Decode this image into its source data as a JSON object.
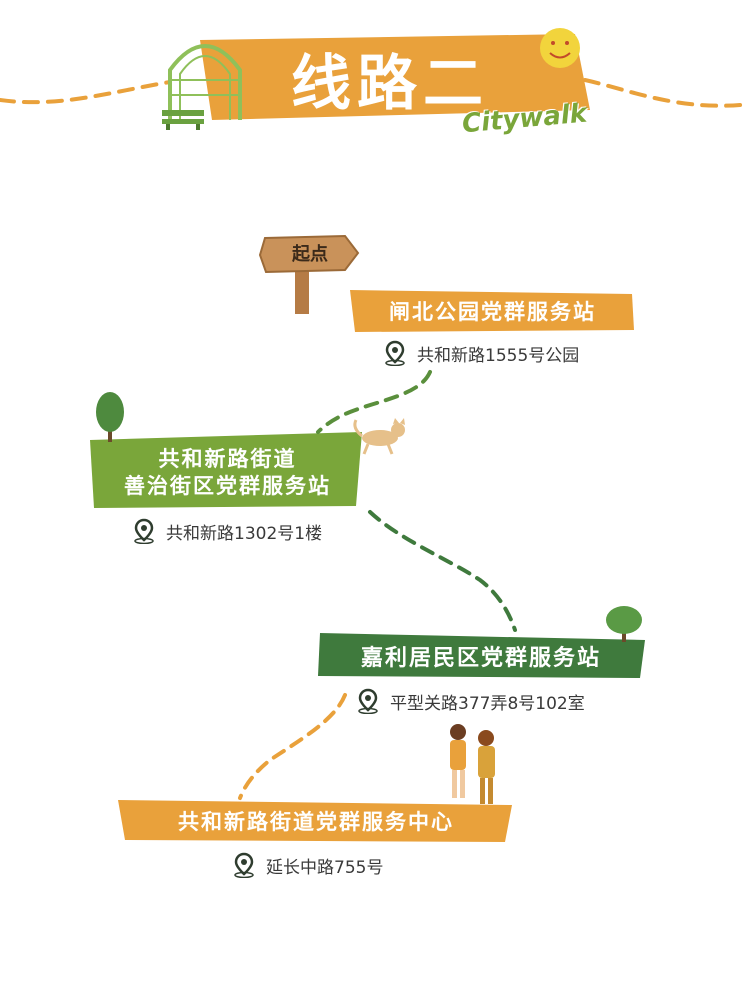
{
  "header": {
    "title": "线路二",
    "subtitle": "Citywalk"
  },
  "start_sign": "起点",
  "stops": [
    {
      "name": "闸北公园党群服务站",
      "address": "共和新路1555号公园"
    },
    {
      "name_line1": "共和新路街道",
      "name_line2": "善治街区党群服务站",
      "address": "共和新路1302号1楼"
    },
    {
      "name": "嘉利居民区党群服务站",
      "address": "平型关路377弄8号102室"
    },
    {
      "name": "共和新路街道党群服务中心",
      "address": "延长中路755号"
    }
  ],
  "colors": {
    "orange": "#e9a13b",
    "light_green": "#7aa63a",
    "dark_green": "#3f7a3d",
    "wood": "#c9925a",
    "text": "#3a3a3a"
  },
  "icons": [
    "location-pin-icon",
    "smiley-icon",
    "tree-icon",
    "cat-icon",
    "arch-icon",
    "bench-icon",
    "signpost-icon",
    "walking-people-icon"
  ]
}
